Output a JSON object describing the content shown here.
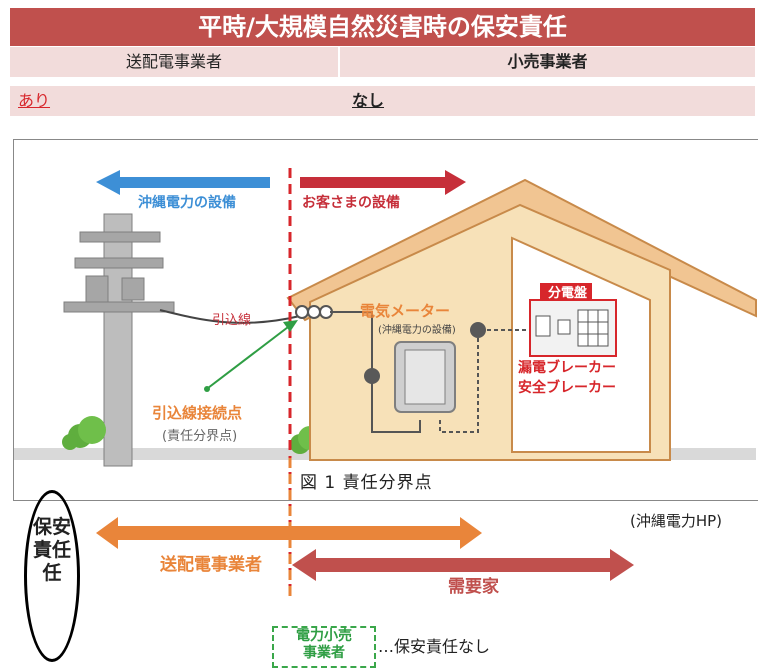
{
  "header": {
    "title": "平時/大規模自然災害時の保安責任",
    "col1": "送配電事業者",
    "col2": "小売事業者",
    "val1": "あり",
    "val2": "なし"
  },
  "diagram": {
    "okiden_equipment": "沖縄電力の設備",
    "customer_equipment": "お客さまの設備",
    "service_line": "引込線",
    "connection_point": "引込線接続点",
    "boundary_point": "(責任分界点)",
    "meter": "電気メーター",
    "meter_note": "(沖縄電力の設備)",
    "panel": "分電盤",
    "breaker1": "漏電ブレーカー",
    "breaker2": "安全ブレーカー",
    "caption": "図 1 責任分界点"
  },
  "source": "(沖縄電力HP)",
  "responsibility": {
    "side_label_lines": [
      "保安",
      "責任"
    ],
    "side_label_extra": "任",
    "tdso": "送配電事業者",
    "consumer": "需要家",
    "retailer_lines": [
      "電力小売",
      "事業者"
    ],
    "retailer_note": "…保安責任なし"
  },
  "colors": {
    "title_bg": "#c0504d",
    "row_bg": "#f2dcdb",
    "blue_arrow": "#3d8fd6",
    "red_arrow": "#c62f3a",
    "orange": "#e9853a",
    "green": "#3aa74a"
  }
}
